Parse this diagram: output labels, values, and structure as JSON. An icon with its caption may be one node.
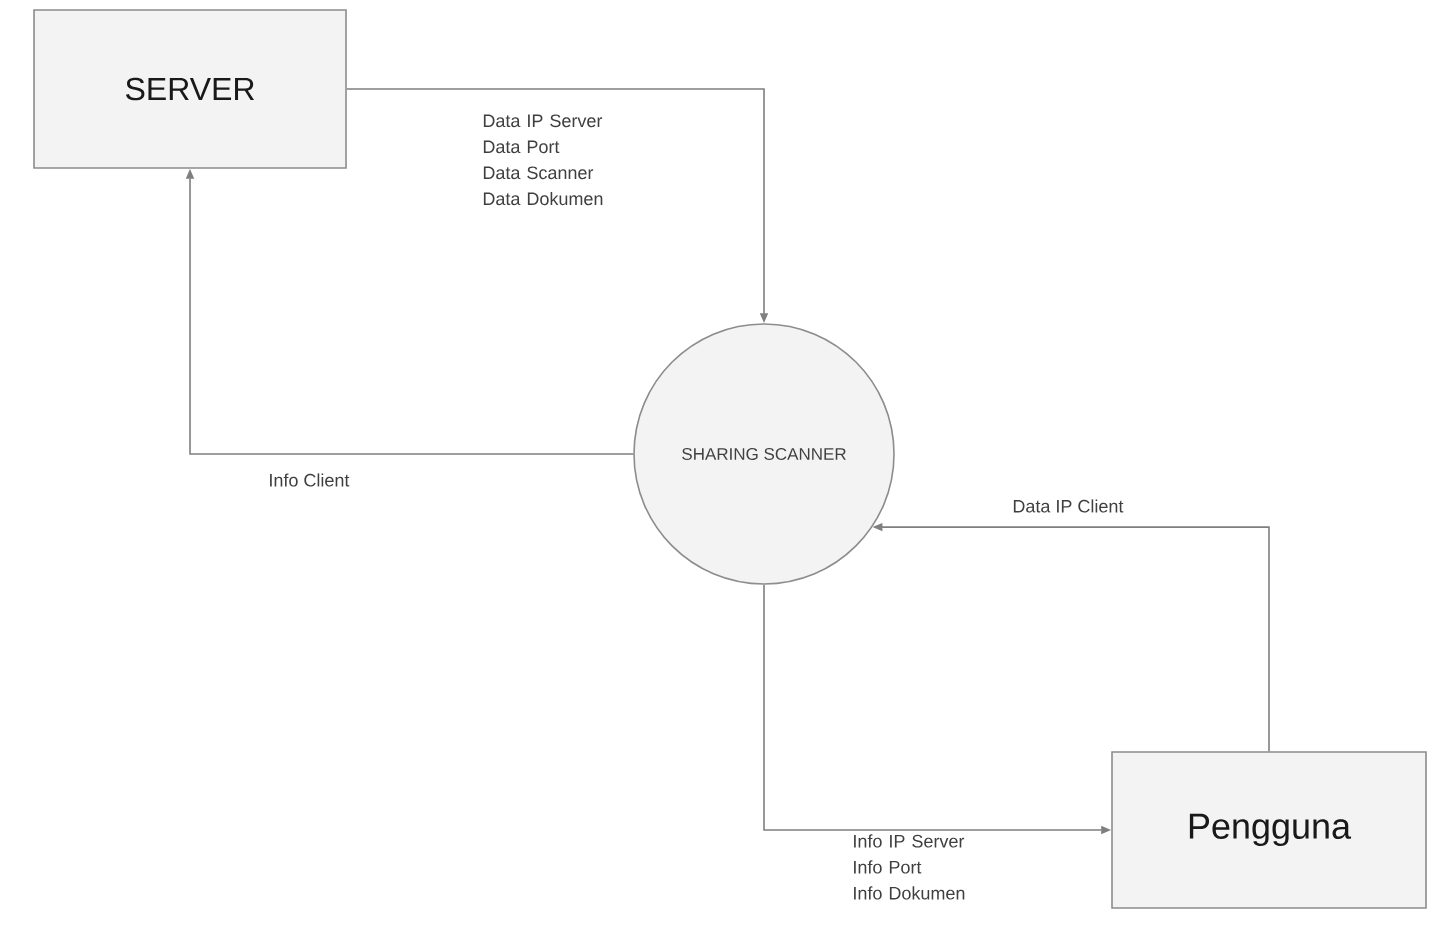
{
  "diagram": {
    "nodes": [
      {
        "text": [
          "SERVER"
        ]
      },
      {
        "text": [
          "SHARING SCANNER"
        ]
      },
      {
        "text": [
          "Pengguna"
        ]
      }
    ],
    "edges": [
      {
        "from": 0,
        "to": 1,
        "arrow": "to",
        "label": "Data IP Server Data Port Data Scanner Data Dokumen"
      },
      {
        "from": 1,
        "to": 0,
        "arrow": "to",
        "label": "Info Client"
      },
      {
        "from": 2,
        "to": 1,
        "arrow": "to",
        "label": "Data IP Client"
      },
      {
        "from": 1,
        "to": 2,
        "arrow": "to",
        "label": "Info IP Server Info Port Info Dokumen"
      }
    ]
  }
}
